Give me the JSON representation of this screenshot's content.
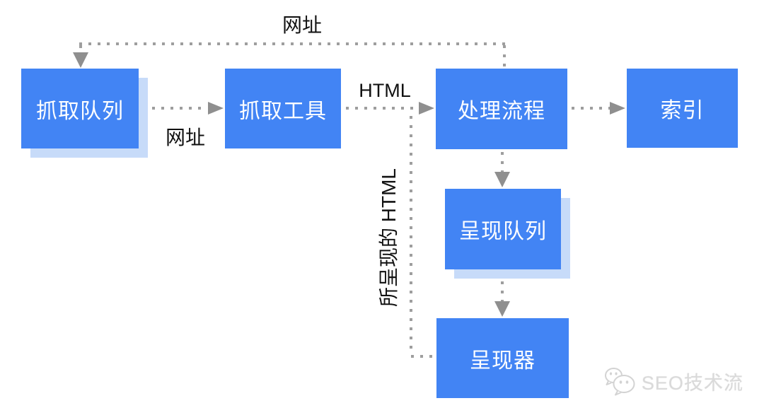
{
  "diagram": {
    "nodes": {
      "crawl_queue": {
        "label": "抓取队列"
      },
      "crawler": {
        "label": "抓取工具"
      },
      "processing": {
        "label": "处理流程"
      },
      "index": {
        "label": "索引"
      },
      "render_queue": {
        "label": "呈现队列"
      },
      "renderer": {
        "label": "呈现器"
      }
    },
    "edge_labels": {
      "url_top": "网址",
      "url_mid": "网址",
      "html": "HTML",
      "rendered_html": "所呈现的 HTML"
    },
    "colors": {
      "node_fill": "#4284F4",
      "node_shadow": "#C7DBF9",
      "node_text": "#FFFFFF",
      "connector": "#9E9E9E",
      "arrowhead": "#8F8F8F",
      "edge_label_text": "#111111",
      "watermark_text": "#DADADA"
    }
  },
  "watermark": {
    "text": "SEO技术流",
    "icon": "wechat-icon"
  }
}
